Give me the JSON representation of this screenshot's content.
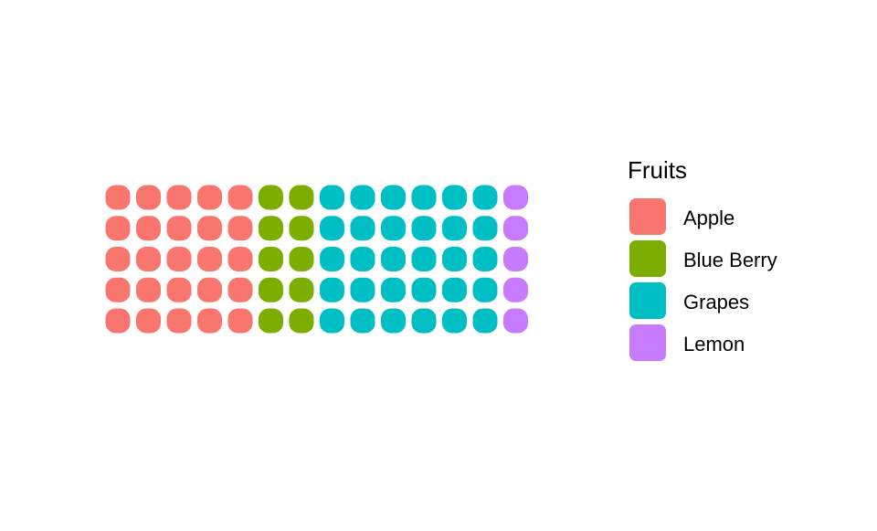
{
  "chart_data": {
    "type": "waffle",
    "legend_title": "Fruits",
    "legend_position": "right",
    "rows": 5,
    "fill_order": "column-wise, bottom to top",
    "cell_shape": "rounded square",
    "grid": false,
    "series": [
      {
        "name": "Apple",
        "value": 25,
        "color": "#F8766D"
      },
      {
        "name": "Blue Berry",
        "value": 10,
        "color": "#7CAE00"
      },
      {
        "name": "Grapes",
        "value": 30,
        "color": "#00BFC4"
      },
      {
        "name": "Lemon",
        "value": 5,
        "color": "#C77CFF"
      }
    ]
  }
}
